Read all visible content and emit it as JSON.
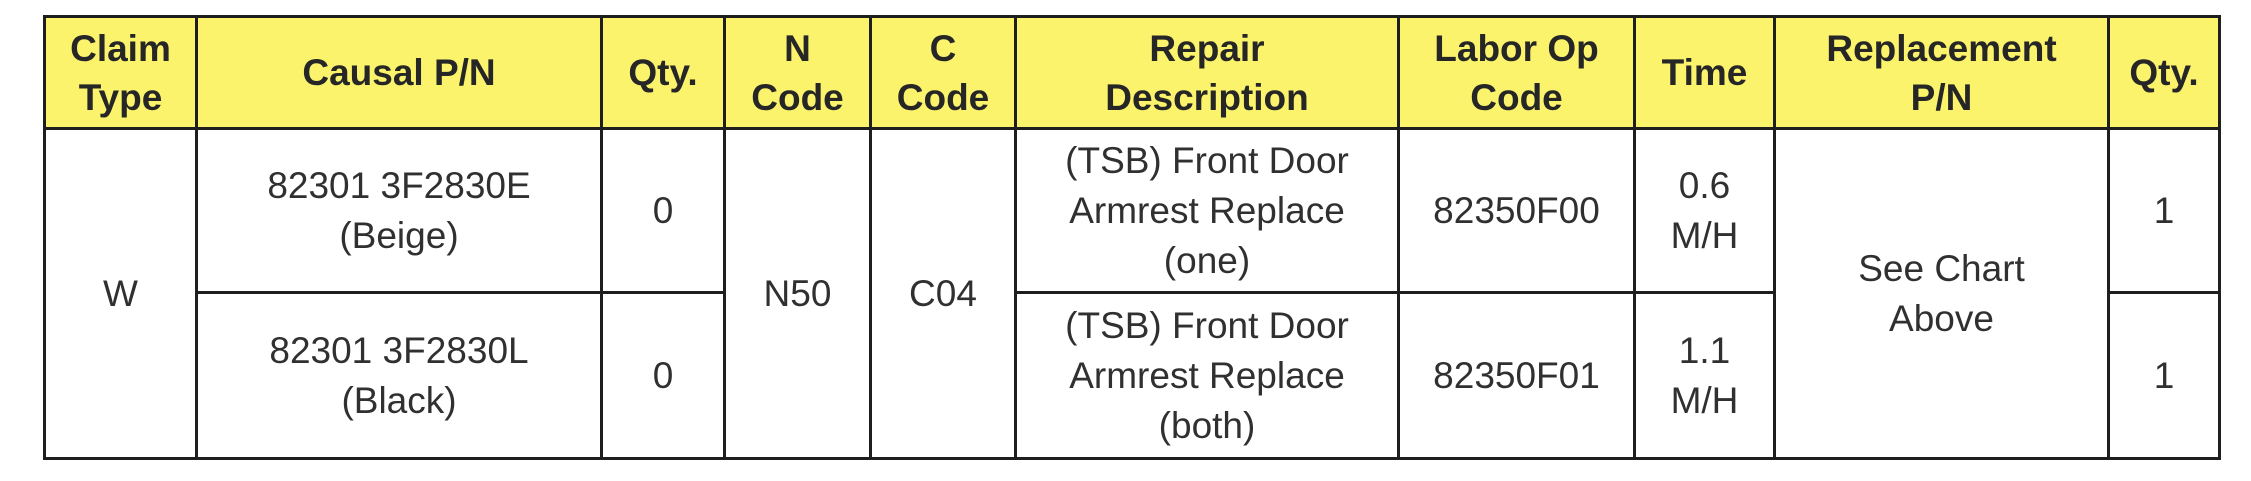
{
  "table": {
    "headers": {
      "claim_type": "Claim\nType",
      "causal_pn": "Causal P/N",
      "qty1": "Qty.",
      "n_code": "N\nCode",
      "c_code": "C\nCode",
      "repair_description": "Repair\nDescription",
      "labor_op_code": "Labor Op\nCode",
      "time": "Time",
      "replacement_pn": "Replacement\nP/N",
      "qty2": "Qty."
    },
    "shared": {
      "claim_type": "W",
      "n_code": "N50",
      "c_code": "C04",
      "replacement_pn": "See Chart\nAbove"
    },
    "rows": [
      {
        "causal_pn": "82301 3F2830E\n(Beige)",
        "qty1": "0",
        "repair_description": "(TSB) Front Door\nArmrest Replace\n(one)",
        "labor_op_code": "82350F00",
        "time": "0.6\nM/H",
        "qty2": "1"
      },
      {
        "causal_pn": "82301 3F2830L\n(Black)",
        "qty1": "0",
        "repair_description": "(TSB) Front Door\nArmrest Replace\n(both)",
        "labor_op_code": "82350F01",
        "time": "1.1\nM/H",
        "qty2": "1"
      }
    ]
  },
  "colors": {
    "header_background": "#fbf36c",
    "border": "#1e1e1e",
    "text": "#2b2b2b"
  }
}
